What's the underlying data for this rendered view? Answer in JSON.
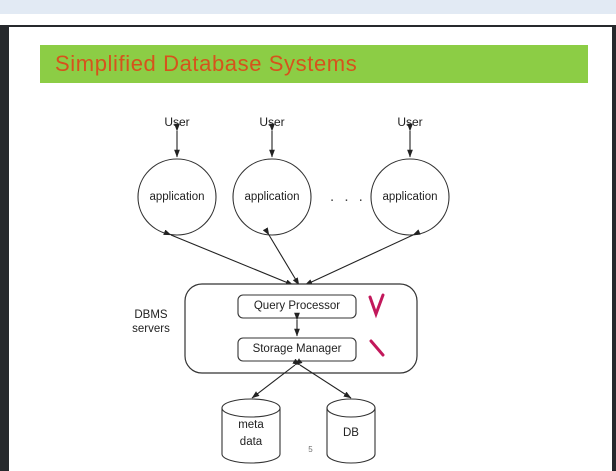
{
  "slide": {
    "title": "Simplified Database Systems",
    "page_number": "5",
    "title_band_color": "#8ccd45",
    "title_text_color": "#d6531c",
    "annotation_color": "#c2185b"
  },
  "diagram": {
    "users": [
      {
        "label": "User"
      },
      {
        "label": "User"
      },
      {
        "label": "User"
      }
    ],
    "applications": [
      {
        "label": "application"
      },
      {
        "label": "application"
      },
      {
        "label": "application"
      }
    ],
    "ellipsis": ". . .",
    "dbms": {
      "side_label_line1": "DBMS",
      "side_label_line2": "servers",
      "components": [
        {
          "label": "Query Processor"
        },
        {
          "label": "Storage Manager"
        }
      ]
    },
    "stores": [
      {
        "line1": "meta",
        "line2": "data"
      },
      {
        "line1": "DB",
        "line2": ""
      }
    ],
    "annotations": [
      {
        "name": "red-v-mark",
        "glyph": "V"
      },
      {
        "name": "red-slash-mark",
        "glyph": "\\"
      }
    ]
  }
}
